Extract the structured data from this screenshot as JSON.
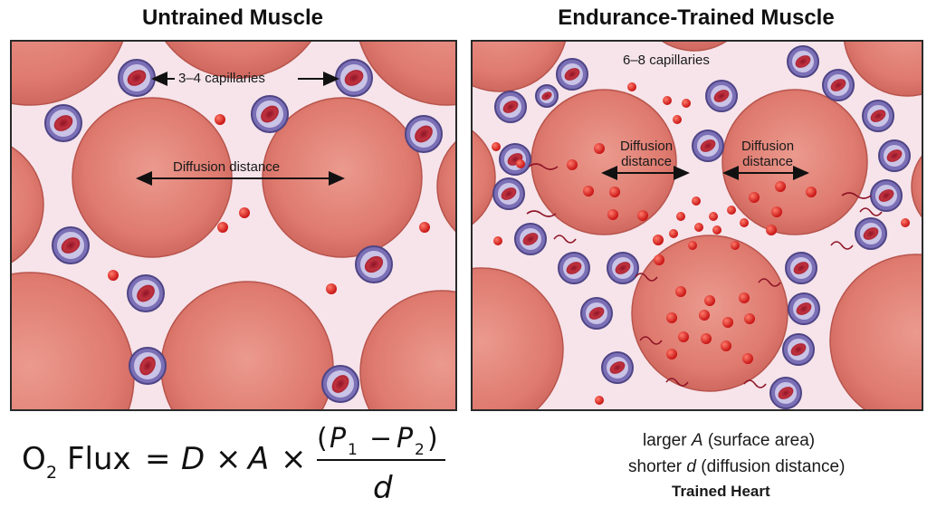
{
  "titles": {
    "left": "Untrained Muscle",
    "right": "Endurance-Trained Muscle"
  },
  "left_panel": {
    "capillary_label": "3–4 capillaries",
    "diffusion_label": "Diffusion distance"
  },
  "right_panel": {
    "capillary_label": "6–8 capillaries",
    "diffusion_label_1_line1": "Diffusion",
    "diffusion_label_1_line2": "distance",
    "diffusion_label_2_line1": "Diffusion",
    "diffusion_label_2_line2": "distance"
  },
  "formula": {
    "o": "O",
    "o_sub": "2",
    "flux": "Flux",
    "eq": "=",
    "D": "D",
    "times": "×",
    "A": "A",
    "p1": "P",
    "p1_sub": "1",
    "minus": "−",
    "p2": "P",
    "p2_sub": "2",
    "lparen": "(",
    "rparen": ")",
    "d": "d"
  },
  "notes": {
    "line1_pre": "larger ",
    "line1_var": "A",
    "line1_post": " (surface area)",
    "line2_pre": "shorter ",
    "line2_var": "d",
    "line2_post": " (diffusion distance)",
    "line3": "Trained Heart"
  },
  "colors": {
    "fiber_fill": "#e07a70",
    "fiber_stroke": "#b8544c",
    "background": "#f6e4ea",
    "capillary_ring": "#8a7ec0",
    "capillary_rbc": "#b0283a",
    "oxygen": "#d81e1e"
  }
}
